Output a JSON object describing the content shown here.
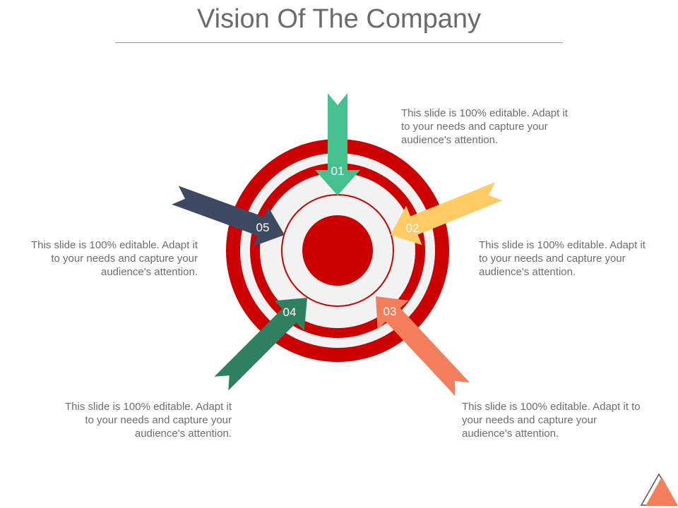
{
  "slide": {
    "title": "Vision Of The Company"
  },
  "points": [
    {
      "number": "01",
      "text": "This slide is 100% editable. Adapt it to your needs and capture your audience's attention.",
      "color": "#46C08E"
    },
    {
      "number": "02",
      "text": "This slide is 100% editable. Adapt it to your needs and capture your audience's attention.",
      "color": "#FECB64"
    },
    {
      "number": "03",
      "text": "This slide is 100% editable. Adapt it to your needs and capture your audience's attention.",
      "color": "#F27E5B"
    },
    {
      "number": "04",
      "text": "This slide is 100% editable. Adapt it to your needs and capture your audience's attention.",
      "color": "#2F8060"
    },
    {
      "number": "05",
      "text": "This slide is 100% editable. Adapt it to your needs and capture your audience's attention.",
      "color": "#3E4A61"
    }
  ],
  "target": {
    "ring_colors": [
      "#CC0000",
      "#F2F2F2",
      "#CC0000",
      "#F2F2F2",
      "#CC0000",
      "#F2F2F2",
      "#CC0000"
    ]
  },
  "corner_logo": {
    "icon": "triangle-logo-icon",
    "color": "#F27E5B"
  }
}
